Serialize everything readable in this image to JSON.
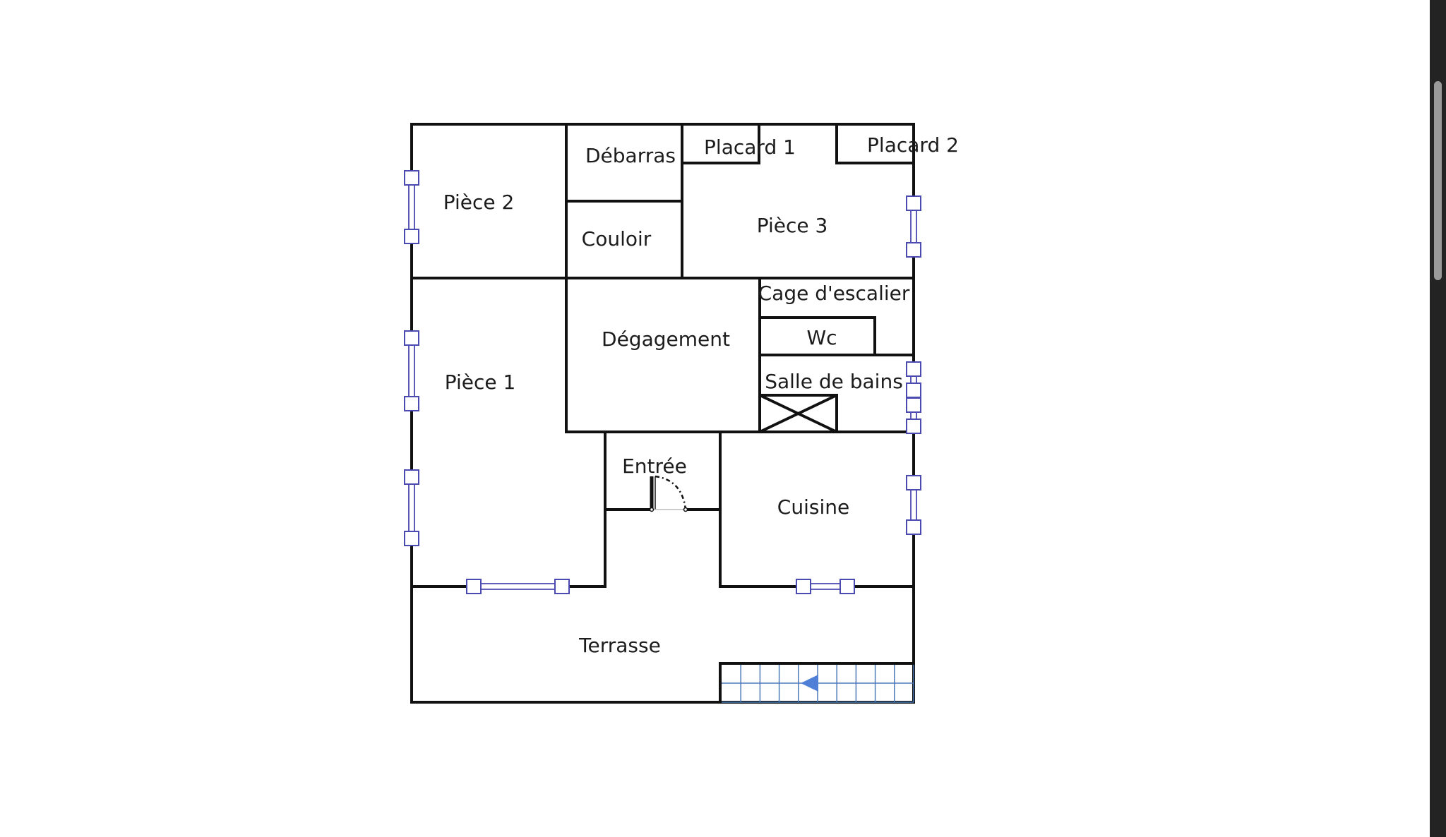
{
  "floor_plan": {
    "rooms": {
      "piece2": "Pièce 2",
      "debarras": "Débarras",
      "placard1": "Placard 1",
      "placard2": "Placard 2",
      "couloir": "Couloir",
      "piece3": "Pièce 3",
      "cage_escalier": "Cage d'escalier",
      "wc": "Wc",
      "degagement": "Dégagement",
      "piece1": "Pièce 1",
      "salle_de_bains": "Salle de bains",
      "entree": "Entrée",
      "cuisine": "Cuisine",
      "terrasse": "Terrasse"
    }
  },
  "colors": {
    "wall": "#111111",
    "window": "#4a4ab0",
    "window_fill": "#ffffff",
    "stair_grid": "#4a7ab8",
    "stair_arrow": "#4f7fd6",
    "background": "#ffffff",
    "scrollbar_track": "#232323",
    "scrollbar_thumb": "#9a9a9a"
  },
  "icons": {
    "stair_direction": "arrow-left-icon",
    "shower": "cross-box-icon",
    "door_swing": "door-arc-icon"
  }
}
